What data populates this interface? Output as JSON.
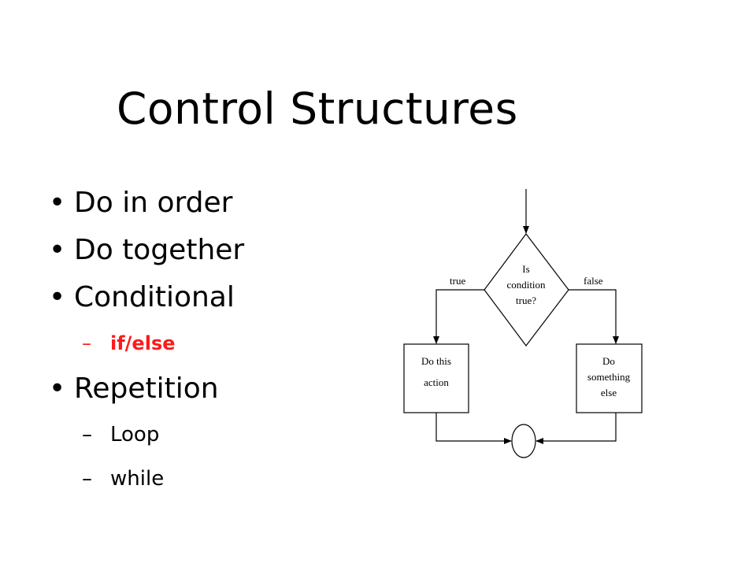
{
  "title": "Control Structures",
  "bullets": [
    {
      "text": "Do in order"
    },
    {
      "text": "Do together"
    },
    {
      "text": "Conditional"
    },
    {
      "text": "Repetition"
    }
  ],
  "sub_items": {
    "conditional": [
      {
        "text": "if/else",
        "color": "#ff1a1a"
      }
    ],
    "repetition": [
      {
        "text": "Loop"
      },
      {
        "text": "while"
      }
    ]
  },
  "markers": {
    "bullet": "•",
    "dash": "–"
  },
  "flowchart": {
    "decision": [
      "Is",
      "condition",
      "true?"
    ],
    "true_label": "true",
    "false_label": "false",
    "true_action": [
      "Do this",
      "action"
    ],
    "false_action": [
      "Do",
      "something",
      "else"
    ]
  }
}
